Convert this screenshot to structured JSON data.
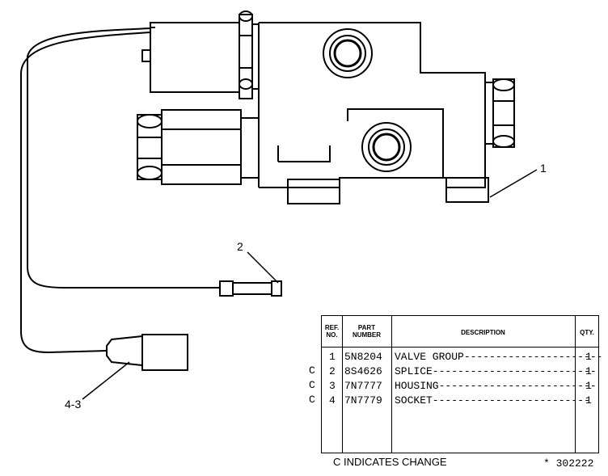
{
  "callouts": {
    "valve_group": "1",
    "splice": "2",
    "socket": "4-3"
  },
  "table": {
    "headers": {
      "ref_no": [
        "REF.",
        "NO."
      ],
      "part_number": [
        "PART",
        "NUMBER"
      ],
      "description": "DESCRIPTION",
      "qty": "QTY."
    },
    "rows": [
      {
        "change": "",
        "ref": "1",
        "part": "5N8204",
        "desc": "VALVE GROUP----------------------",
        "qty": "1"
      },
      {
        "change": "C",
        "ref": "2",
        "part": "8S4626",
        "desc": "SPLICE--------------------------",
        "qty": "1"
      },
      {
        "change": "C",
        "ref": "3",
        "part": "7N7777",
        "desc": "HOUSING-------------------------",
        "qty": "1"
      },
      {
        "change": "C",
        "ref": "4",
        "part": "7N7779",
        "desc": "SOCKET-------------------------",
        "qty": "1"
      }
    ]
  },
  "footnote": "C INDICATES CHANGE",
  "drawing_number": "* 302222"
}
